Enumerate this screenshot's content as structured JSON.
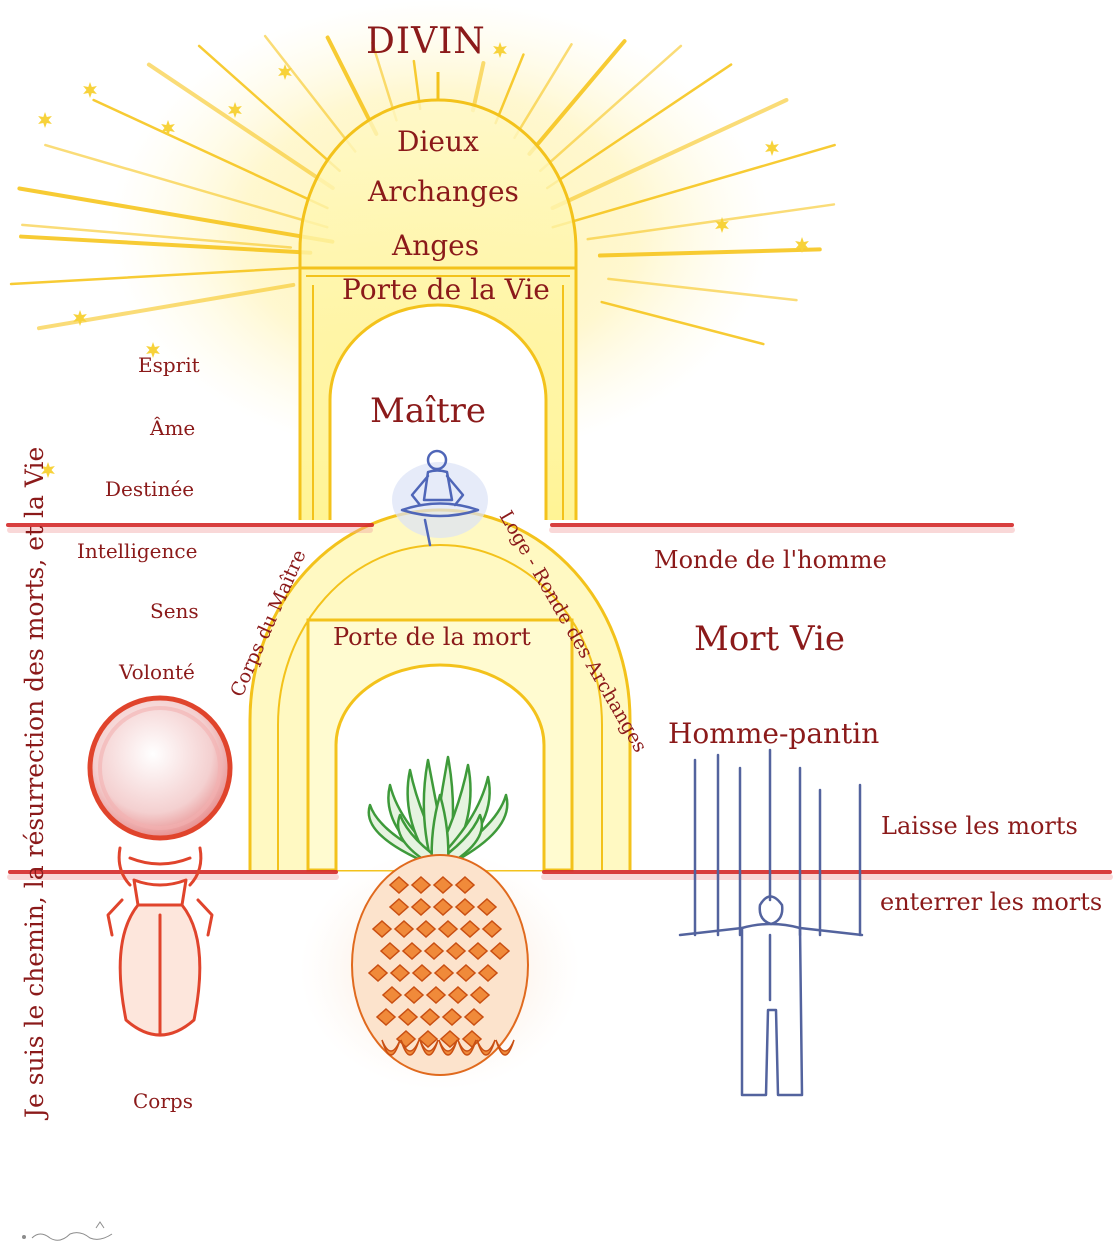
{
  "title": "DIVIN",
  "upper_dome": {
    "tiers": [
      "Dieux",
      "Archanges",
      "Anges"
    ],
    "gate": "Porte de la Vie",
    "center": "Maître"
  },
  "lower_dome": {
    "gate": "Porte de la mort",
    "arc_left": "Corps du Maître",
    "arc_right": "Loge - Ronde des Archanges"
  },
  "left_column": [
    "Esprit",
    "Âme",
    "Destinée",
    "Intelligence",
    "Sens",
    "Volonté",
    "Corps"
  ],
  "left_margin_text": "Je suis le chemin, la résurrection des morts, et la Vie",
  "right_side": {
    "world": "Monde de l'homme",
    "death_life": "Mort Vie",
    "puppet": "Homme-pantin",
    "quote_line1": "Laisse les morts",
    "quote_line2": "enterrer les morts"
  },
  "colors": {
    "text": "#8b1a1a",
    "rays": "#f7c61f",
    "glow": "#fff3a6",
    "lines": "#d42a2a",
    "meditator": "#4f66b8",
    "puppet": "#53639e",
    "scarab": "#e0442c",
    "pineapple_leaves": "#3e9a3a",
    "pineapple_body": "#e06a1e"
  },
  "icons": [
    "star-icon",
    "meditating-figure-icon",
    "scarab-icon",
    "sphere-icon",
    "pineapple-icon",
    "puppet-icon",
    "signature-icon"
  ]
}
